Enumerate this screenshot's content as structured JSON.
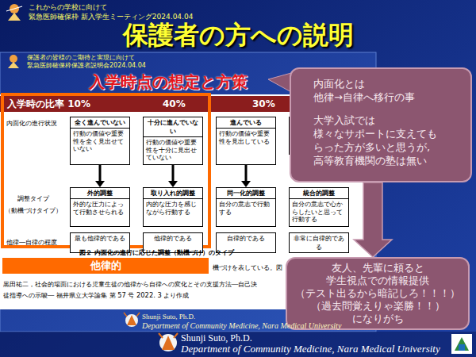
{
  "diagram": {
    "title": "保護者の方への説明",
    "nodes": [
      {
        "text": [
          "全く進んでいない",
          "行動の価値や重要性を全く見出せていない"
        ]
      },
      {
        "text": [
          "十分に進んでいない",
          "行動の価値や重要性を十分に見出せていない"
        ]
      },
      {
        "text": [
          "進んでいる",
          "行動の価値や重要性を見出している"
        ]
      },
      {
        "text": [
          "外的調整",
          "外的な圧力によって行動させられる"
        ]
      },
      {
        "text": [
          "取り入れ的調整",
          "内的な圧力を感じながら行動する"
        ]
      },
      {
        "text": [
          "同一化的調整",
          "自分の意志で行動する"
        ]
      },
      {
        "text": [
          "統合的調整",
          "自分の意志で心からしたいと思って行動する"
        ]
      },
      {
        "text": [
          "最も他律的である"
        ]
      },
      {
        "text": [
          "他律的である"
        ]
      },
      {
        "text": [
          "自律的である"
        ]
      },
      {
        "text": [
          "非常に自律的である"
        ]
      },
      {
        "text": [
          "他律的"
        ]
      },
      {
        "text": [
          "内面化とは 他律→自律へ移行の事",
          "大学入試では 様々なサポートに支えても らった方が多いと思うが, 高等教育機関の塾は無い"
        ]
      },
      {
        "text": [
          "友人、先輩に頼ると 学生視点での情報提供 （テスト出るから暗記しろ！！！） （過去問覚えりゃ楽勝！！） になりがち"
        ]
      }
    ],
    "edges": [
      {
        "from": 0,
        "to": 3,
        "arrow": "to"
      },
      {
        "from": 1,
        "to": 4,
        "arrow": "to"
      },
      {
        "from": 2,
        "to": 5,
        "arrow": "to"
      },
      {
        "from": 12,
        "to": 13,
        "arrow": "to"
      }
    ],
    "labels": [
      "これからの学校に向けて",
      "緊急医師確保枠 新入学生ミーティング2024.04.04",
      "保護者の皆様のご期待と実現に向けて",
      "緊急医師確保枠保護者説明会2024.04.04",
      "入学時点の想定と方策",
      "入学時の比率 10%",
      "40%",
      "30%",
      "内面化の進行状況",
      "調整タイプ",
      "（動機づけタイプ）",
      "他律―自律の程度",
      "図２ 内面化の進行に応じた調整（動機づけ）のタイプ",
      "機づけを表している。図",
      "黒田祐二，社会的場面における児童生徒の他律から自律への変化とその支援方法―自己決",
      "徒指導への示唆― 福井県立大学論集 第 57 号 2022. 3 より作成",
      "Shunji Suto, Ph.D.",
      "Department of Community Medicine, Nara Medical University",
      "Shunji Suto, Ph.D.",
      "Department of Community Medicine, Nara Medical University"
    ]
  }
}
